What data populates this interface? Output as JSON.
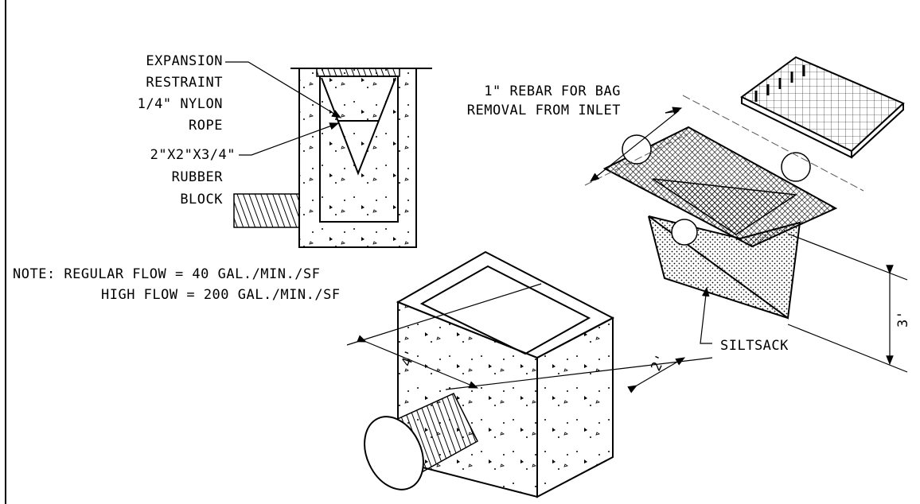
{
  "labels": {
    "expansion_restraint": [
      "EXPANSION",
      "RESTRAINT",
      "1/4\" NYLON",
      "ROPE"
    ],
    "rubber_block": [
      "2\"X2\"X3/4\"",
      "RUBBER",
      "BLOCK"
    ],
    "rebar": [
      "1\" REBAR FOR BAG",
      "REMOVAL FROM INLET"
    ],
    "note": [
      "NOTE: REGULAR FLOW = 40 GAL./MIN./SF",
      "HIGH FLOW = 200 GAL./MIN./SF"
    ],
    "siltsack": "SILTSACK"
  },
  "dimensions": {
    "box_length": "4'",
    "box_width": "2'",
    "sack_depth": "3'"
  },
  "icons": {
    "grate": "grate-icon",
    "sack": "siltsack-bag-icon",
    "inlet": "concrete-inlet-icon",
    "pipe": "corrugated-pipe-icon"
  }
}
